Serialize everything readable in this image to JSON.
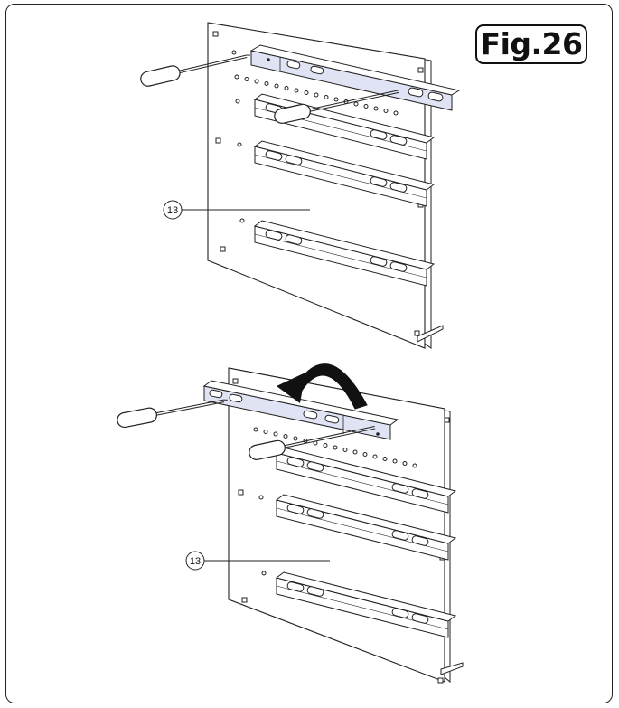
{
  "figure": {
    "label": "Fig.26"
  },
  "top_view": {
    "callout": "13"
  },
  "bottom_view": {
    "callout": "13"
  },
  "colors": {
    "line": "#222222",
    "rail_highlight": "#dfe3f3",
    "arrow": "#111111"
  },
  "icons": [
    "screwdriver-icon",
    "rotate-arrow-icon"
  ]
}
